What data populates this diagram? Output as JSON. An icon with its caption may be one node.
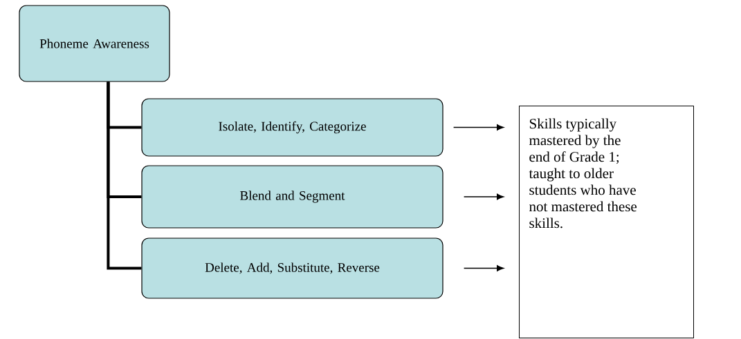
{
  "diagram": {
    "nodes": [
      {
        "text": [
          "Phoneme Awareness"
        ]
      },
      {
        "text": [
          "Isolate, Identify, Categorize"
        ]
      },
      {
        "text": [
          "Blend and Segment"
        ]
      },
      {
        "text": [
          "Delete, Add, Substitute, Reverse"
        ]
      },
      {
        "text": [
          "Skills typically mastered by the end of Grade 1; taught to older students who have not mastered these skills."
        ]
      }
    ],
    "edges": [
      {
        "from": 0,
        "to": 1,
        "arrow": "none",
        "style": "thick"
      },
      {
        "from": 0,
        "to": 2,
        "arrow": "none",
        "style": "thick"
      },
      {
        "from": 0,
        "to": 3,
        "arrow": "none",
        "style": "thick"
      },
      {
        "from": 1,
        "to": 4,
        "arrow": "to"
      },
      {
        "from": 2,
        "to": 4,
        "arrow": "to"
      },
      {
        "from": 3,
        "to": 4,
        "arrow": "to"
      }
    ]
  }
}
